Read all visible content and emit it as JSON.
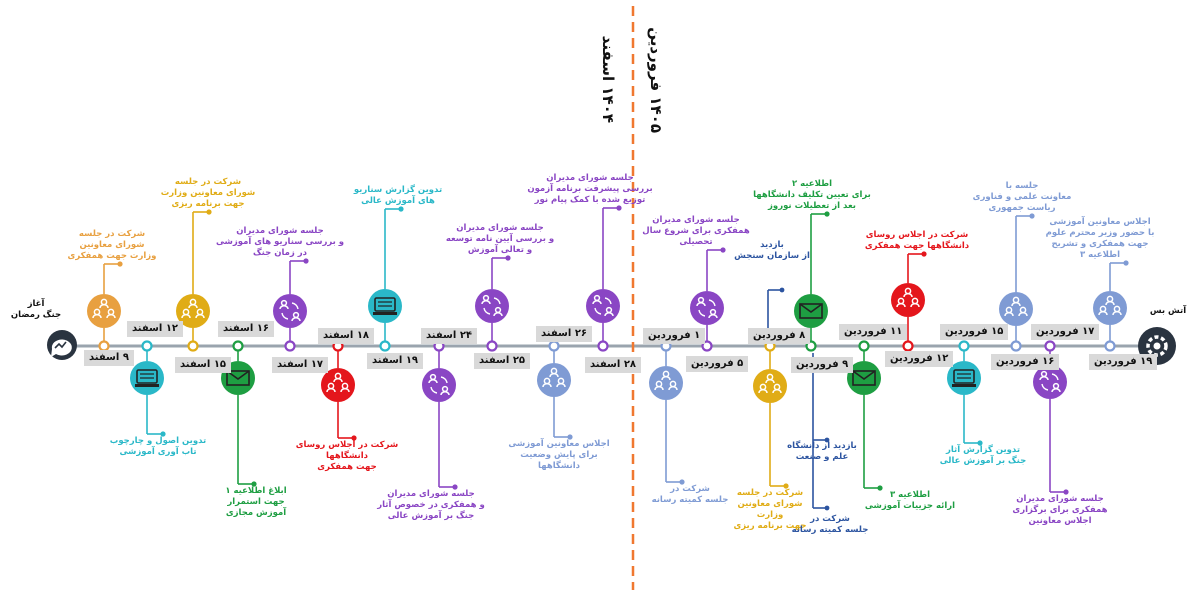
{
  "start_label": "آغاز\nجنگ رمضان",
  "end_label": "آتش بس",
  "year_1404": "۱۴۰۴ اسفند",
  "year_1405": "۱۴۰۵ فروردین",
  "colors": {
    "orange": "#e8a040",
    "yellow": "#e0ac16",
    "teal": "#2ab8c8",
    "green": "#1e9e42",
    "purple": "#8a46c4",
    "red": "#e4161c",
    "blue": "#7f9bd4",
    "navy": "#2c54a0",
    "line": "#9aa4ae",
    "divider": "#f07830",
    "dark": "#2a3440"
  },
  "events": [
    {
      "id": "e1",
      "icon": "people-icon",
      "color": "orange",
      "date": "۹ اسفند",
      "text": "شرکت در جلسه\nشورای معاونین\nوزارت جهت همفکری"
    },
    {
      "id": "e2",
      "icon": "monitor-icon",
      "color": "teal",
      "date": "۱۲ اسفند",
      "text": "تدوین اصول و چارچوب\nتاب آوری آموزشی"
    },
    {
      "id": "e3",
      "icon": "people-icon",
      "color": "yellow",
      "date": "۱۵ اسفند",
      "text": "شرکت در جلسه\nشورای معاونین وزارت\nجهت برنامه ریزی"
    },
    {
      "id": "e4",
      "icon": "mail-icon",
      "color": "green",
      "date": "۱۶ اسفند",
      "text": "ابلاغ اطلاعیه ۱\nجهت استمرار\nآموزش مجازی"
    },
    {
      "id": "e5",
      "icon": "meeting-icon",
      "color": "purple",
      "date": "۱۷ اسفند",
      "text": "جلسه شورای مدیران\nو بررسی سناریو های آموزشی\nدر زمان جنگ"
    },
    {
      "id": "e6",
      "icon": "people-icon",
      "color": "red",
      "date": "۱۸ اسفند",
      "text": "شرکت در اجلاس روسای\nدانشگاهها\nجهت همفکری"
    },
    {
      "id": "e7",
      "icon": "monitor-icon",
      "color": "teal",
      "date": "۱۹ اسفند",
      "text": "تدوین گزارش سناریو\nهای آموزش عالی"
    },
    {
      "id": "e8",
      "icon": "meeting-icon",
      "color": "purple",
      "date": "۲۴ اسفند",
      "text": "جلسه شورای مدیران\nو همفکری در خصوص آثار\nجنگ بر آموزش عالی"
    },
    {
      "id": "e9",
      "icon": "meeting-icon",
      "color": "purple",
      "date": "۲۵ اسفند",
      "text": "جلسه شورای مدیران\nو بررسی آیین نامه توسعه\nو تعالی آموزش"
    },
    {
      "id": "e10",
      "icon": "people-icon",
      "color": "blue",
      "date": "۲۶ اسفند",
      "text": "اجلاس معاونین آموزشی\nبرای پایش وضعیت\nدانشگاهها"
    },
    {
      "id": "e11",
      "icon": "meeting-icon",
      "color": "purple",
      "date": "۲۸ اسفند",
      "text": "جلسه شورای مدیران\nبررسی پیشرفت برنامه آزمون\nتوزیع شده با کمک پیام نور"
    },
    {
      "id": "e12",
      "icon": "people-icon",
      "color": "blue",
      "date": "۱ فروردین",
      "text": "شرکت در\nجلسه کمیته رسانه"
    },
    {
      "id": "e13",
      "icon": "meeting-icon",
      "color": "purple",
      "date": "۵ فروردین",
      "text": "جلسه شورای مدیران\nهمفکری برای شروع سال\nتحصیلی"
    },
    {
      "id": "e14",
      "icon": "people-icon",
      "color": "yellow",
      "date": "۸ فروردین",
      "text": "شرکت در جلسه\nشورای معاونین\nوزارت\nجهت برنامه ریزی"
    },
    {
      "id": "e15",
      "icon": "mail-icon",
      "color": "green",
      "date": "۹ فروردین",
      "text": "اطلاعیه ۲\nبرای تعیین تکلیف دانشگاهها\nبعد از تعطیلات نوروز"
    },
    {
      "id": "e16",
      "icon": "mail-icon",
      "color": "green",
      "date": "۱۱ فروردین",
      "text": "اطلاعیه ۳\nارائه جزییات آموزشی"
    },
    {
      "id": "e17",
      "icon": "people-icon",
      "color": "red",
      "date": "۱۲ فروردین",
      "text": "شرکت در اجلاس روسای\nدانشگاهها جهت همفکری"
    },
    {
      "id": "e18",
      "icon": "monitor-icon",
      "color": "teal",
      "date": "۱۵ فروردین",
      "text": "تدوین گزارش آثار\nجنگ بر آموزش عالی"
    },
    {
      "id": "e19",
      "icon": "people-icon",
      "color": "blue",
      "date": "۱۶ فروردین",
      "text": "جلسه با\nمعاونت علمی و فناوری\nریاست جمهوری"
    },
    {
      "id": "e20",
      "icon": "meeting-icon",
      "color": "purple",
      "date": "۱۷ فروردین",
      "text": "جلسه شورای مدیران\nهمفکری برای برگزاری\nاجلاس معاونین"
    },
    {
      "id": "e21",
      "icon": "people-icon",
      "color": "blue",
      "date": "۱۹ فروردین",
      "text": "اجلاس معاونین آموزشی\nبا حضور وزیر محترم علوم\nجهت همفکری و تشریح\nاطلاعیه ۳"
    }
  ],
  "extras": [
    {
      "id": "x1",
      "color": "navy",
      "date": "",
      "text": "بازدید\nاز سازمان سنجش"
    },
    {
      "id": "x2",
      "color": "navy",
      "date": "",
      "text": "بازدید از دانشگاه\nعلم و صنعت"
    },
    {
      "id": "x3",
      "color": "navy",
      "date": "",
      "text": "شرکت در\nجلسه کمیته رسانه"
    }
  ]
}
